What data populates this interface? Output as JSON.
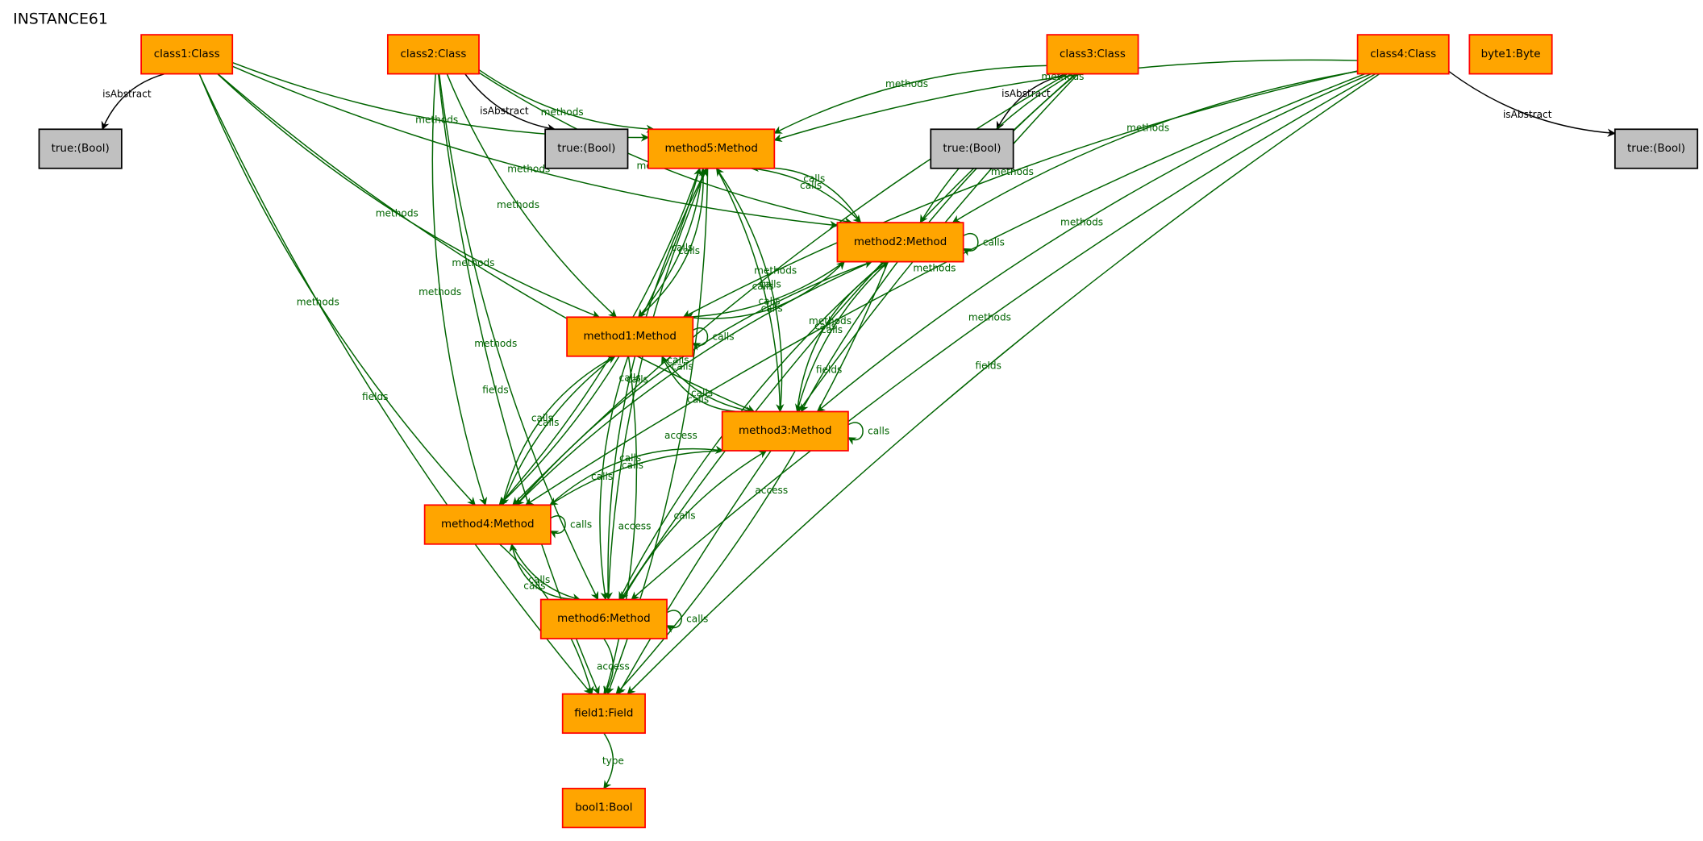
{
  "title": "INSTANCE61",
  "colors": {
    "node_fill": "#FFA500",
    "node_stroke": "#FF0000",
    "bool_fill": "#C0C0C0",
    "bool_stroke": "#000000",
    "edge_green": "#006400",
    "edge_black": "#000000"
  },
  "nodes": [
    {
      "id": "class1",
      "label": "class1:Class",
      "kind": "class"
    },
    {
      "id": "class2",
      "label": "class2:Class",
      "kind": "class"
    },
    {
      "id": "class3",
      "label": "class3:Class",
      "kind": "class"
    },
    {
      "id": "class4",
      "label": "class4:Class",
      "kind": "class"
    },
    {
      "id": "byte1",
      "label": "byte1:Byte",
      "kind": "class"
    },
    {
      "id": "true1",
      "label": "true:(Bool)",
      "kind": "bool"
    },
    {
      "id": "true2",
      "label": "true:(Bool)",
      "kind": "bool"
    },
    {
      "id": "true3",
      "label": "true:(Bool)",
      "kind": "bool"
    },
    {
      "id": "true4",
      "label": "true:(Bool)",
      "kind": "bool"
    },
    {
      "id": "method5",
      "label": "method5:Method",
      "kind": "class"
    },
    {
      "id": "method2",
      "label": "method2:Method",
      "kind": "class"
    },
    {
      "id": "method1",
      "label": "method1:Method",
      "kind": "class"
    },
    {
      "id": "method3",
      "label": "method3:Method",
      "kind": "class"
    },
    {
      "id": "method4",
      "label": "method4:Method",
      "kind": "class"
    },
    {
      "id": "method6",
      "label": "method6:Method",
      "kind": "class"
    },
    {
      "id": "field1",
      "label": "field1:Field",
      "kind": "class"
    },
    {
      "id": "bool1",
      "label": "bool1:Bool",
      "kind": "class"
    }
  ],
  "edges": [
    {
      "from": "class1",
      "to": "true1",
      "label": "isAbstract",
      "color": "black"
    },
    {
      "from": "class2",
      "to": "true2",
      "label": "isAbstract",
      "color": "black"
    },
    {
      "from": "class3",
      "to": "true3",
      "label": "isAbstract",
      "color": "black"
    },
    {
      "from": "class4",
      "to": "true4",
      "label": "isAbstract",
      "color": "black"
    },
    {
      "from": "class1",
      "to": "method5",
      "label": "methods",
      "color": "green"
    },
    {
      "from": "class1",
      "to": "method2",
      "label": "methods",
      "color": "green"
    },
    {
      "from": "class1",
      "to": "method1",
      "label": "methods",
      "color": "green"
    },
    {
      "from": "class1",
      "to": "method3",
      "label": "methods",
      "color": "green"
    },
    {
      "from": "class1",
      "to": "method4",
      "label": "methods",
      "color": "green"
    },
    {
      "from": "class1",
      "to": "field1",
      "label": "fields",
      "color": "green"
    },
    {
      "from": "class2",
      "to": "method5",
      "label": "methods",
      "color": "green"
    },
    {
      "from": "class2",
      "to": "method2",
      "label": "methods",
      "color": "green"
    },
    {
      "from": "class2",
      "to": "method1",
      "label": "methods",
      "color": "green"
    },
    {
      "from": "class2",
      "to": "method4",
      "label": "methods",
      "color": "green"
    },
    {
      "from": "class2",
      "to": "method6",
      "label": "methods",
      "color": "green"
    },
    {
      "from": "class2",
      "to": "field1",
      "label": "fields",
      "color": "green"
    },
    {
      "from": "class3",
      "to": "method5",
      "label": "methods",
      "color": "green"
    },
    {
      "from": "class3",
      "to": "method2",
      "label": "methods",
      "color": "green"
    },
    {
      "from": "class3",
      "to": "method3",
      "label": "methods",
      "color": "green"
    },
    {
      "from": "class3",
      "to": "method4",
      "label": "methods",
      "color": "green"
    },
    {
      "from": "class3",
      "to": "method6",
      "label": "methods",
      "color": "green"
    },
    {
      "from": "class3",
      "to": "field1",
      "label": "fields",
      "color": "green"
    },
    {
      "from": "class4",
      "to": "method5",
      "label": "methods",
      "color": "green"
    },
    {
      "from": "class4",
      "to": "method2",
      "label": "methods",
      "color": "green"
    },
    {
      "from": "class4",
      "to": "method1",
      "label": "methods",
      "color": "green"
    },
    {
      "from": "class4",
      "to": "method3",
      "label": "methods",
      "color": "green"
    },
    {
      "from": "class4",
      "to": "method4",
      "label": "methods",
      "color": "green"
    },
    {
      "from": "class4",
      "to": "method6",
      "label": "methods",
      "color": "green"
    },
    {
      "from": "class4",
      "to": "field1",
      "label": "fields",
      "color": "green"
    },
    {
      "from": "method5",
      "to": "method2",
      "label": "calls",
      "color": "green"
    },
    {
      "from": "method5",
      "to": "method1",
      "label": "calls",
      "color": "green"
    },
    {
      "from": "method5",
      "to": "method3",
      "label": "calls",
      "color": "green"
    },
    {
      "from": "method5",
      "to": "method4",
      "label": "calls",
      "color": "green"
    },
    {
      "from": "method5",
      "to": "method6",
      "label": "calls",
      "color": "green"
    },
    {
      "from": "method2",
      "to": "method5",
      "label": "calls",
      "color": "green"
    },
    {
      "from": "method2",
      "to": "method2",
      "label": "calls",
      "color": "green"
    },
    {
      "from": "method2",
      "to": "method1",
      "label": "calls",
      "color": "green"
    },
    {
      "from": "method2",
      "to": "method3",
      "label": "calls",
      "color": "green"
    },
    {
      "from": "method2",
      "to": "method4",
      "label": "calls",
      "color": "green"
    },
    {
      "from": "method2",
      "to": "method6",
      "label": "calls",
      "color": "green"
    },
    {
      "from": "method2",
      "to": "field1",
      "label": "access",
      "color": "green"
    },
    {
      "from": "method1",
      "to": "method5",
      "label": "calls",
      "color": "green"
    },
    {
      "from": "method1",
      "to": "method2",
      "label": "calls",
      "color": "green"
    },
    {
      "from": "method1",
      "to": "method1",
      "label": "calls",
      "color": "green"
    },
    {
      "from": "method1",
      "to": "method3",
      "label": "calls",
      "color": "green"
    },
    {
      "from": "method1",
      "to": "method4",
      "label": "calls",
      "color": "green"
    },
    {
      "from": "method1",
      "to": "method6",
      "label": "calls",
      "color": "green"
    },
    {
      "from": "method1",
      "to": "field1",
      "label": "access",
      "color": "green"
    },
    {
      "from": "method3",
      "to": "method5",
      "label": "calls",
      "color": "green"
    },
    {
      "from": "method3",
      "to": "method2",
      "label": "calls",
      "color": "green"
    },
    {
      "from": "method3",
      "to": "method1",
      "label": "calls",
      "color": "green"
    },
    {
      "from": "method3",
      "to": "method3",
      "label": "calls",
      "color": "green"
    },
    {
      "from": "method3",
      "to": "method4",
      "label": "calls",
      "color": "green"
    },
    {
      "from": "method4",
      "to": "method5",
      "label": "calls",
      "color": "green"
    },
    {
      "from": "method4",
      "to": "method2",
      "label": "calls",
      "color": "green"
    },
    {
      "from": "method4",
      "to": "method1",
      "label": "calls",
      "color": "green"
    },
    {
      "from": "method4",
      "to": "method3",
      "label": "calls",
      "color": "green"
    },
    {
      "from": "method4",
      "to": "method4",
      "label": "calls",
      "color": "green"
    },
    {
      "from": "method4",
      "to": "method6",
      "label": "calls",
      "color": "green"
    },
    {
      "from": "method4",
      "to": "field1",
      "label": "access",
      "color": "green"
    },
    {
      "from": "method6",
      "to": "method5",
      "label": "calls",
      "color": "green"
    },
    {
      "from": "method6",
      "to": "method4",
      "label": "calls",
      "color": "green"
    },
    {
      "from": "method6",
      "to": "method3",
      "label": "calls",
      "color": "green"
    },
    {
      "from": "method6",
      "to": "method6",
      "label": "calls",
      "color": "green"
    },
    {
      "from": "method6",
      "to": "field1",
      "label": "access",
      "color": "green"
    },
    {
      "from": "method5",
      "to": "field1",
      "label": "access",
      "color": "green"
    },
    {
      "from": "field1",
      "to": "bool1",
      "label": "type",
      "color": "green"
    }
  ]
}
